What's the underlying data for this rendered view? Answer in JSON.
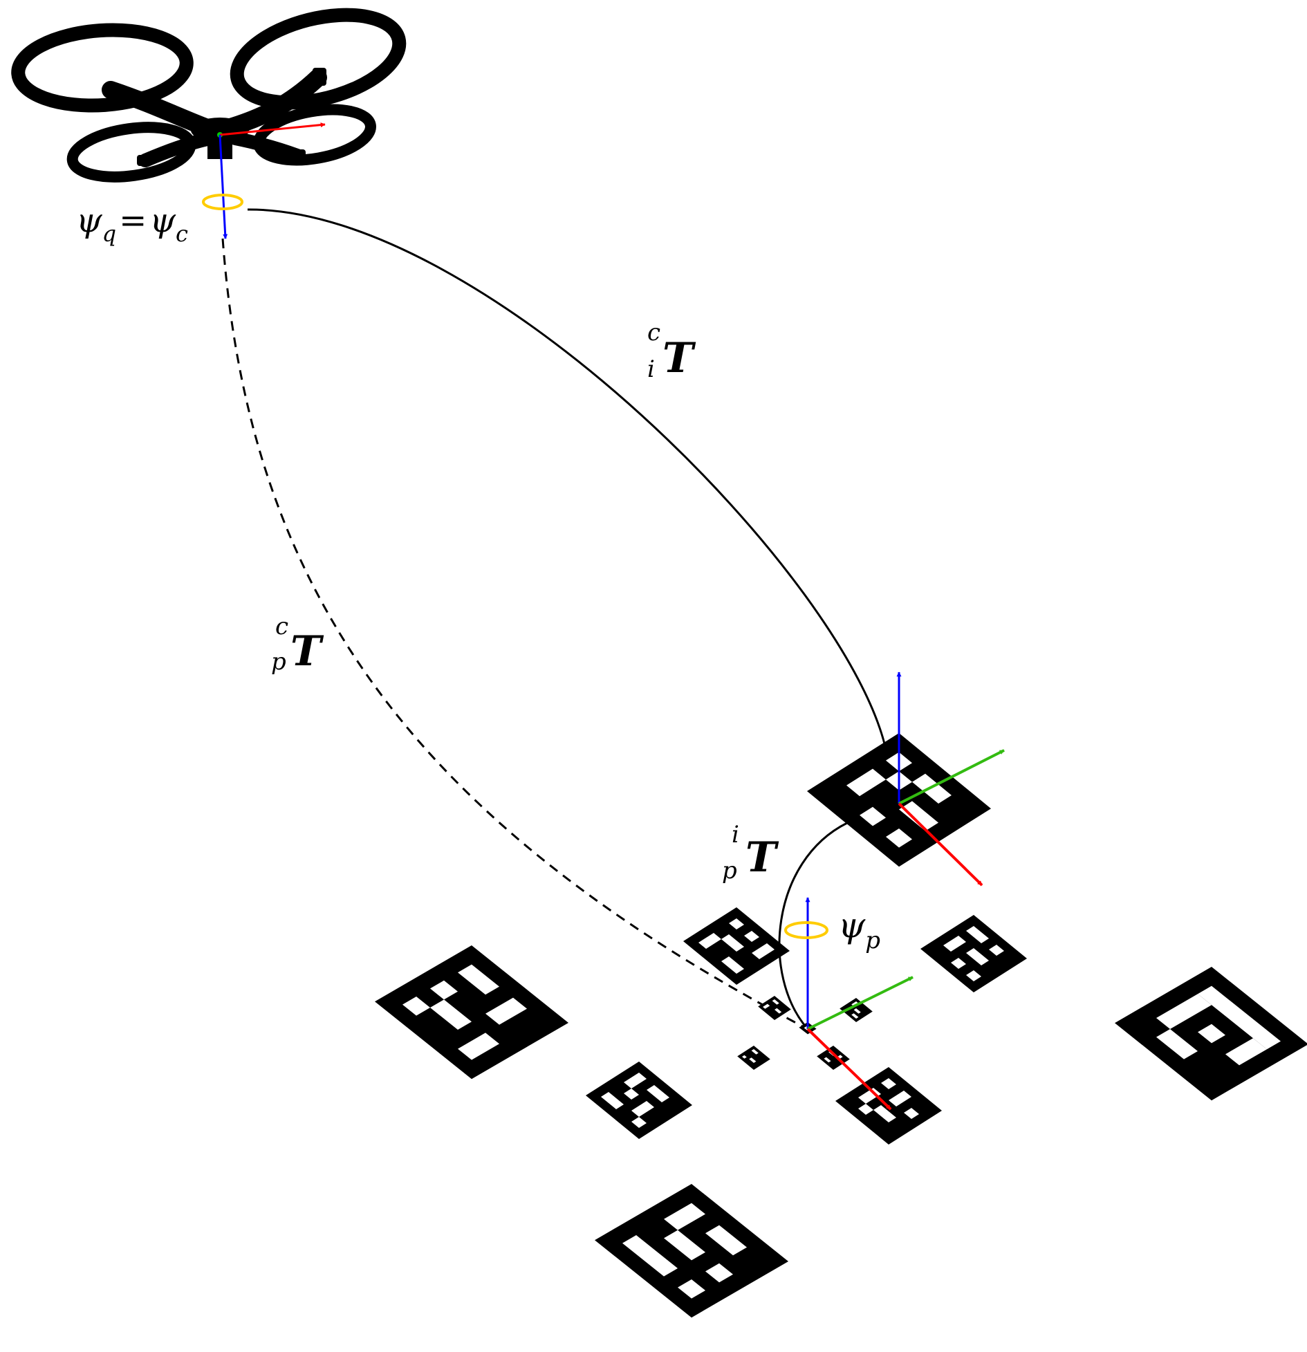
{
  "labels": {
    "drone_yaw": {
      "psi_left": "ψ",
      "sub_left": "q",
      "equals": "=",
      "psi_right": "ψ",
      "sub_right": "c"
    },
    "pad_yaw": {
      "psi": "ψ",
      "sub": "p"
    },
    "transform_camera_to_marker": {
      "sup": "c",
      "sub": "i",
      "symbol": "T"
    },
    "transform_camera_to_pad": {
      "sup": "c",
      "sub": "p",
      "symbol": "T"
    },
    "transform_marker_to_pad": {
      "sup": "i",
      "sub": "p",
      "symbol": "T"
    }
  },
  "colors": {
    "x_axis": "#ff0000",
    "y_axis": "#33bb11",
    "z_axis": "#0000ff",
    "yaw_ring": "#ffcc00",
    "marker": "#000000",
    "background": "#ffffff",
    "origin_dot": "#00cc00"
  },
  "icons": [
    "quadcopter-icon",
    "fiducial-marker-icon"
  ]
}
